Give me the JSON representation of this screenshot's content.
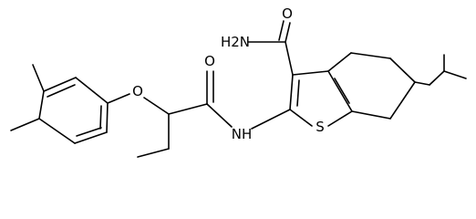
{
  "molecule": {
    "atom_labels": {
      "carbonyl_oxygen_amide": "O",
      "amide_nh2": "H2N",
      "thiophene_sulfur": "S",
      "amide_nh": "NH",
      "ether_oxygen": "O",
      "butanamide_oxygen": "O"
    }
  }
}
